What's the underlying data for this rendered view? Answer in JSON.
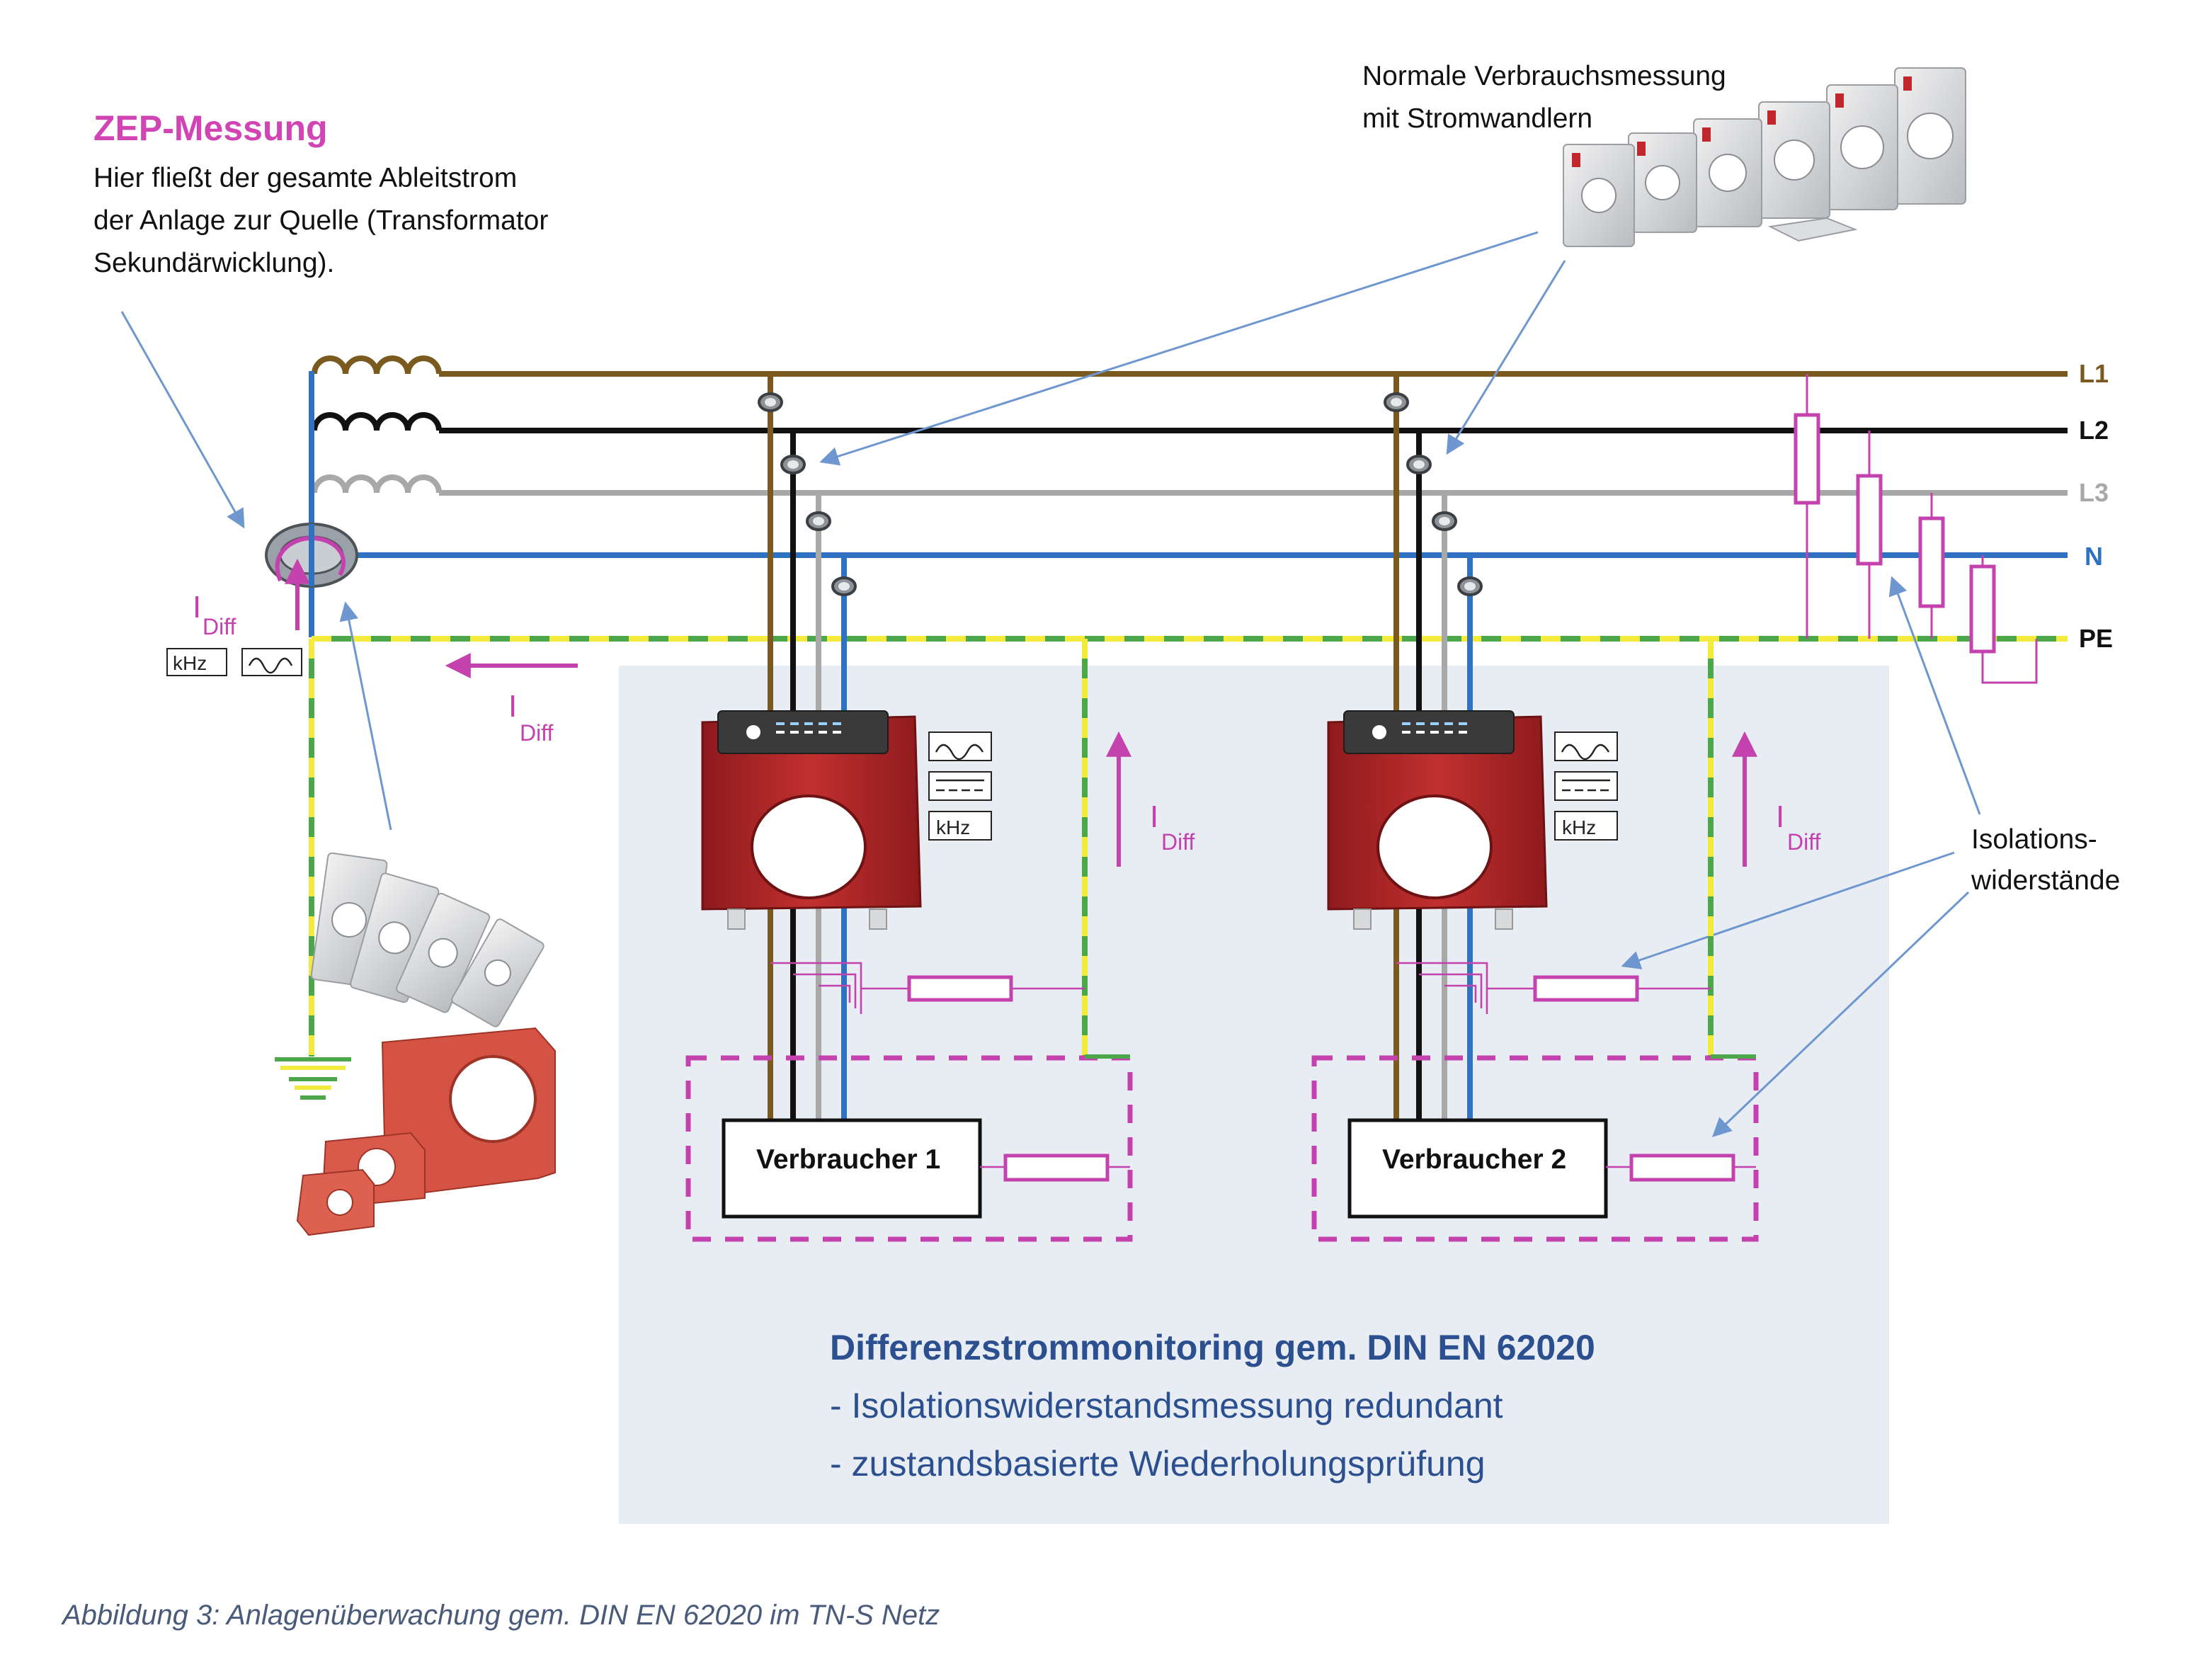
{
  "zep": {
    "title": "ZEP-Messung",
    "lines": [
      "Hier fließt der gesamte Ableitstrom",
      "der Anlage zur Quelle (Transformator",
      "Sekundärwicklung)."
    ]
  },
  "ct_note": {
    "lines": [
      "Normale Verbrauchsmessung",
      "mit Stromwandlern"
    ]
  },
  "conductors": [
    {
      "label": "L1",
      "color": "#7a5a1e"
    },
    {
      "label": "L2",
      "color": "#111111"
    },
    {
      "label": "L3",
      "color": "#a8a8a8"
    },
    {
      "label": "N",
      "color": "#2f72c1"
    },
    {
      "label": "PE",
      "color": "#111111"
    }
  ],
  "idiff": {
    "main": "I",
    "sub": "Diff"
  },
  "khz": "kHz",
  "consumers": [
    "Verbraucher 1",
    "Verbraucher 2"
  ],
  "insulation": {
    "lines": [
      "Isolations-",
      "widerstände"
    ]
  },
  "panel": {
    "heading": "Differenzstrommonitoring gem. DIN EN 62020",
    "items": [
      "- Isolationswiderstandsmessung  redundant",
      "- zustandsbasierte  Wiederholungsprüfung"
    ]
  },
  "caption": "Abbildung 3: Anlagenüberwachung gem. DIN EN 62020 im TN-S Netz",
  "colors": {
    "magenta": "#c342ad",
    "panel_bg": "#e8edf4",
    "pe_green": "#4ca64a",
    "pe_yellow": "#f2ea3c",
    "arrow_blue": "#6f97cf",
    "device_red": "#b8262a"
  }
}
